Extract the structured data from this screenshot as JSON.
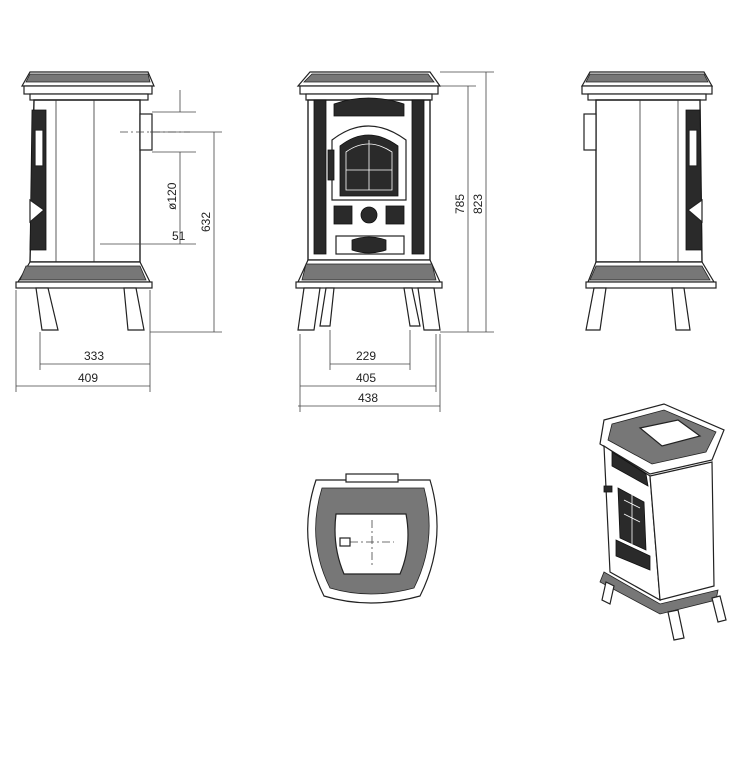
{
  "dimensions": {
    "flue_diameter": "120",
    "flue_offset": "51",
    "flue_height": "632",
    "side_depth_inner": "333",
    "side_depth_outer": "409",
    "height_body": "785",
    "height_total": "823",
    "width_legs": "229",
    "width_body": "405",
    "width_total": "438"
  },
  "diameter_symbol": "ø"
}
